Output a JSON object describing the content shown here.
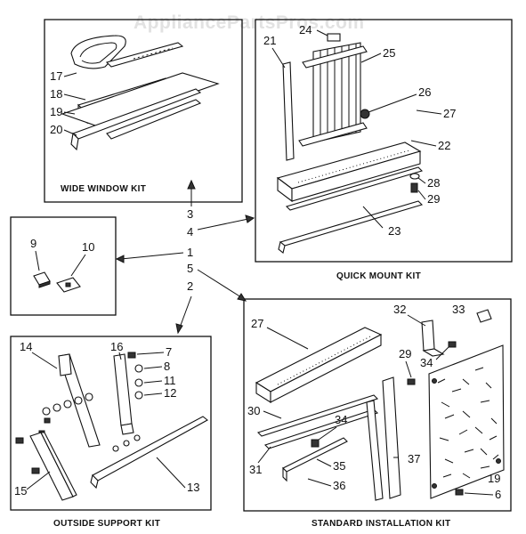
{
  "watermark": "AppliancePartsPros.com",
  "kits": {
    "wide_window": "WIDE WINDOW KIT",
    "quick_mount": "QUICK MOUNT KIT",
    "outside_support": "OUTSIDE SUPPORT KIT",
    "standard_installation": "STANDARD INSTALLATION KIT"
  },
  "callouts": {
    "c1": "1",
    "c2": "2",
    "c3": "3",
    "c4": "4",
    "c5": "5",
    "c6": "6",
    "c7": "7",
    "c8": "8",
    "c9": "9",
    "c10": "10",
    "c11": "11",
    "c12": "12",
    "c13": "13",
    "c14": "14",
    "c15": "15",
    "c16": "16",
    "c17": "17",
    "c18": "18",
    "c19a": "19",
    "c19b": "19",
    "c20": "20",
    "c21": "21",
    "c22": "22",
    "c23": "23",
    "c24": "24",
    "c25": "25",
    "c26": "26",
    "c27a": "27",
    "c27b": "27",
    "c28": "28",
    "c29a": "29",
    "c29b": "29",
    "c30": "30",
    "c31": "31",
    "c32": "32",
    "c33": "33",
    "c34a": "34",
    "c34b": "34",
    "c35": "35",
    "c36": "36",
    "c37": "37"
  }
}
